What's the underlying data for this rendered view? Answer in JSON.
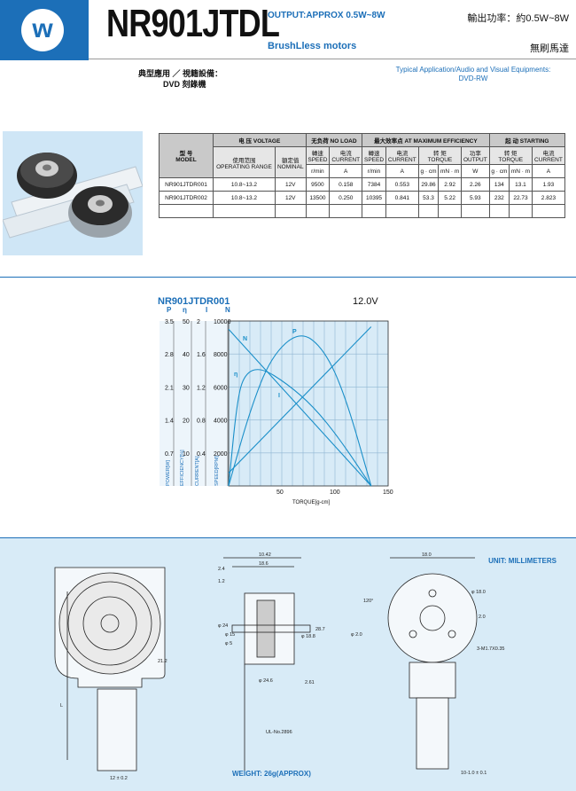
{
  "header": {
    "logo_letter": "w",
    "model": "NR901JTDL",
    "output_en": "OUTPUT:APPROX 0.5W~8W",
    "type_en": "BrushLless motors",
    "output_zh": "輸出功率：約0.5W~8W",
    "type_zh": "無刷馬達"
  },
  "application": {
    "zh_label": "典型應用 ／ 視籍設備：",
    "zh_value": "DVD 刻錄機",
    "en_label": "Typical Application/Audio and Visual Equipments:",
    "en_value": "DVD-RW"
  },
  "spec_table": {
    "model_zh": "型 号",
    "model_en": "MODEL",
    "voltage_group": "电 压 VOLTAGE",
    "noload_group": "无负荷 NO LOAD",
    "efficiency_group": "最大效率点 AT MAXIMUM EFFICIENCY",
    "starting_group": "起 动 STARTING",
    "col_operating_zh": "使用范围",
    "col_operating_en": "OPERATING RANGE",
    "col_nominal_zh": "額定值",
    "col_nominal_en": "NOMINAL",
    "col_speed_zh": "轉速",
    "col_speed_en": "SPEED",
    "col_current_zh": "电流",
    "col_current_en": "CURRENT",
    "col_torque_zh": "转 矩",
    "col_torque_en": "TORQUE",
    "col_output_zh": "功率",
    "col_output_en": "OUTPUT",
    "units": [
      "r/min",
      "A",
      "r/min",
      "A",
      "g · cm",
      "mN · m",
      "W",
      "g · cm",
      "mN · m",
      "A"
    ],
    "rows": [
      [
        "NR901JTDR001",
        "10.8~13.2",
        "12V",
        "9500",
        "0.158",
        "7384",
        "0.553",
        "29.86",
        "2.92",
        "2.26",
        "134",
        "13.1",
        "1.93"
      ],
      [
        "NR901JTDR002",
        "10.8~13.2",
        "12V",
        "13500",
        "0.250",
        "10395",
        "0.841",
        "53.3",
        "5.22",
        "5.93",
        "232",
        "22.73",
        "2.823"
      ]
    ]
  },
  "chart_data": {
    "type": "line",
    "title": "NR901JTDR001",
    "subtitle": "12.0V",
    "xlabel": "TORQUE[g-cm]",
    "xlim": [
      0,
      150
    ],
    "x_ticks": [
      "50",
      "100",
      "150"
    ],
    "scale_headers": [
      "P",
      "η",
      "I",
      "N"
    ],
    "scales": {
      "P": [
        "3.5",
        "2.8",
        "2.1",
        "1.4",
        "0.7",
        "0"
      ],
      "eta": [
        "50",
        "40",
        "30",
        "20",
        "10",
        "0"
      ],
      "I": [
        "2",
        "1.6",
        "1.2",
        "0.8",
        "0.4",
        "0"
      ],
      "N": [
        "10000",
        "8000",
        "6000",
        "4000",
        "2000",
        "0"
      ]
    },
    "axis_labels": [
      "POWER[W]",
      "EFFICIENCY[%]",
      "CURRENT[A]",
      "SPEED[RPM]"
    ],
    "series": [
      {
        "name": "N",
        "x": [
          0,
          134
        ],
        "y": [
          9500,
          0
        ]
      },
      {
        "name": "I",
        "x": [
          0,
          134
        ],
        "y": [
          0.158,
          1.93
        ]
      },
      {
        "name": "P",
        "x": [
          0,
          20,
          40,
          67,
          90,
          110,
          134
        ],
        "y": [
          0,
          1.6,
          2.75,
          3.3,
          2.9,
          1.9,
          0
        ]
      },
      {
        "name": "η",
        "x": [
          0,
          8,
          15,
          30,
          55,
          80,
          105,
          134
        ],
        "y": [
          0,
          26,
          34,
          36,
          31,
          24,
          14,
          0
        ]
      }
    ],
    "grid": true,
    "colors": {
      "curve": "#1a8fc9",
      "bg": "#d8ebf7"
    }
  },
  "drawing": {
    "units": "UNIT: MILLIMETERS",
    "weight": "WEIGHT: 26g(APPROX)",
    "dims_top": [
      "10.42",
      "18.6",
      "2.4",
      "1.2"
    ],
    "dims_side": [
      "21.2",
      "L",
      "12 ± 0.2"
    ],
    "dims_right": [
      "18.0",
      "120°",
      "φ 2.0",
      "φ 18.0",
      "3-M1.7X0.35",
      "2.0",
      "10-1.0 ± 0.1"
    ],
    "dims_mid": [
      "φ 24",
      "φ 15",
      "φ 5",
      "φ 18.8",
      "φ 24.6",
      "2.61",
      "UL-No.2896",
      "28.7"
    ]
  }
}
